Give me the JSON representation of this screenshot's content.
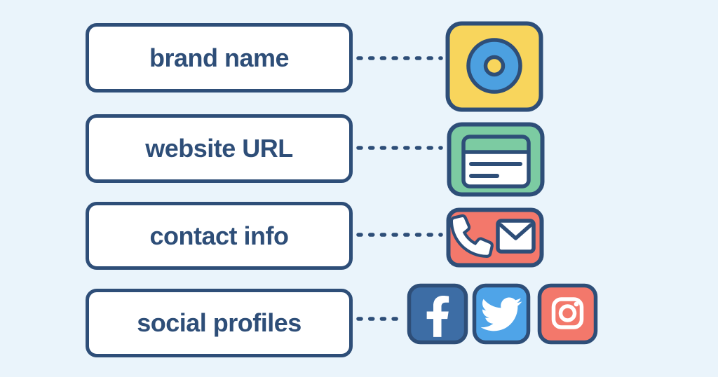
{
  "title": "brand identity elements diagram",
  "colors": {
    "background": "#EAF4FB",
    "outline": "#2E4E78",
    "box_fill": "#FFFFFF",
    "brand_yellow": "#F8D55C",
    "brand_blue": "#4CA0E0",
    "website_green": "#7CCBA2",
    "contact_coral": "#F3786B",
    "facebook_blue": "#3D6DA5",
    "twitter_blue": "#4FA4E8",
    "glyph_white": "#FFFFFF"
  },
  "rows": [
    {
      "label": "brand name",
      "icons": [
        "record-disc-icon"
      ]
    },
    {
      "label": "website URL",
      "icons": [
        "browser-window-icon"
      ]
    },
    {
      "label": "contact info",
      "icons": [
        "phone-icon",
        "envelope-icon"
      ]
    },
    {
      "label": "social profiles",
      "icons": [
        "facebook-icon",
        "twitter-icon",
        "instagram-icon"
      ]
    }
  ]
}
